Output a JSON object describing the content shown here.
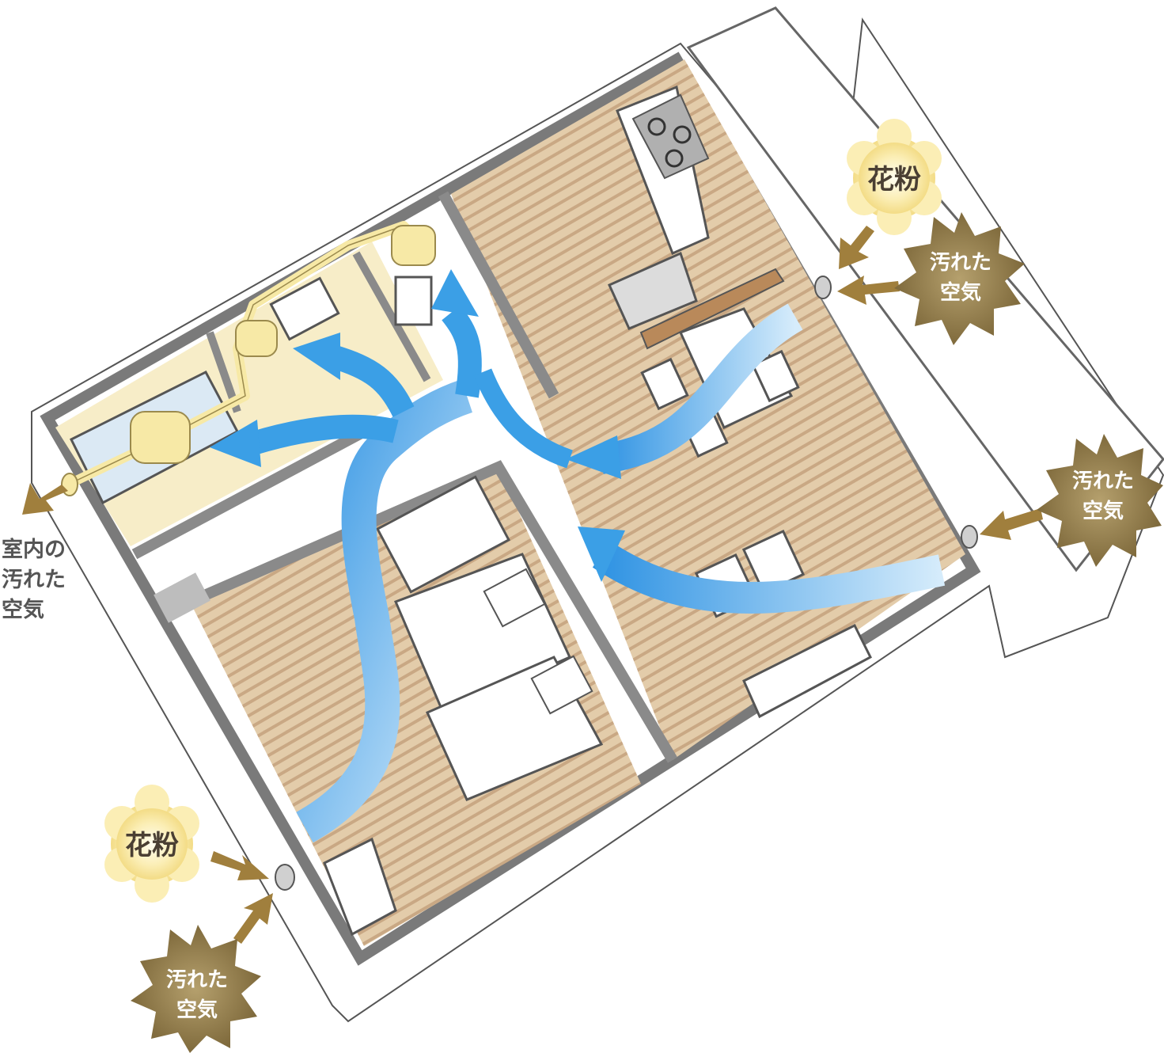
{
  "labels": {
    "pollen": "花粉",
    "dirty_air_line1": "汚れた",
    "dirty_air_line2": "空気",
    "indoor_dirty_air_line1": "室内の",
    "indoor_dirty_air_line2": "汚れた",
    "indoor_dirty_air_line3": "空気"
  },
  "colors": {
    "wall_dark": "#7a7a7a",
    "wall_light": "#ffffff",
    "floor_wood": "#e0c9a6",
    "floor_stripe": "#c9a884",
    "airflow": "#3b9fe6",
    "duct": "#f7e9a6",
    "pollen_bubble": "#f9e9a3",
    "dirty_air_star": "#9b8656",
    "pointer_arrow": "#9b7a3e"
  }
}
